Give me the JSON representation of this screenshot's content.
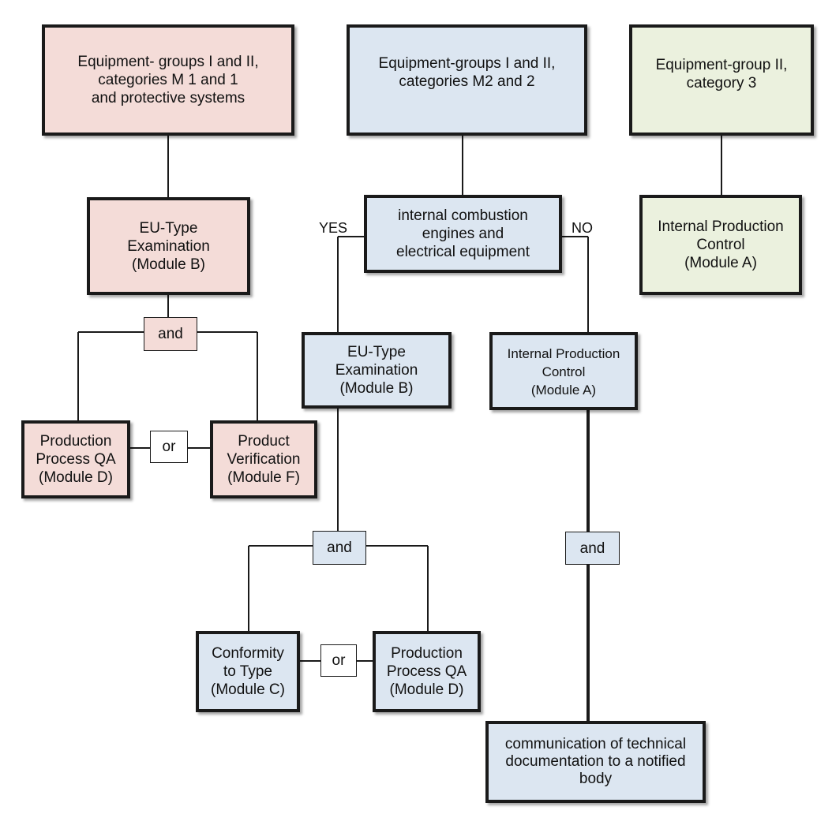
{
  "columns": {
    "left": {
      "header": "Equipment- groups I and II,\ncategories  M 1 and 1\n and protective   systems",
      "type_exam": "EU-Type\nExamination\n(Module B)",
      "and": "and",
      "or": "or",
      "production_qa": "Production\nProcess QA\n(Module D)",
      "product_verification": "Product\nVerification\n(Module F)"
    },
    "middle": {
      "header": "Equipment-groups I and II,\ncategories M2 and 2",
      "decision": "internal  combustion\nengines  and\nelectrical  equipment",
      "yes": "YES",
      "no": "NO",
      "type_exam": "EU-Type\nExamination\n(Module B)",
      "internal_control": "Internal   Production\nControl\n(Module A)",
      "and_left": "and",
      "and_right": "and",
      "or": "or",
      "conformity": "Conformity\nto Type\n(Module C)",
      "production_qa": "Production\nProcess QA\n(Module D)",
      "communication": "communication of technical\ndocumentation to a notified\nbody"
    },
    "right": {
      "header": "Equipment-group II,\ncategory 3",
      "internal_control": "Internal Production\nControl\n(Module A)"
    }
  },
  "colors": {
    "pink": "#f4dcd8",
    "blue": "#dce6f1",
    "green": "#ebf1de",
    "border": "#1a1a1a"
  }
}
